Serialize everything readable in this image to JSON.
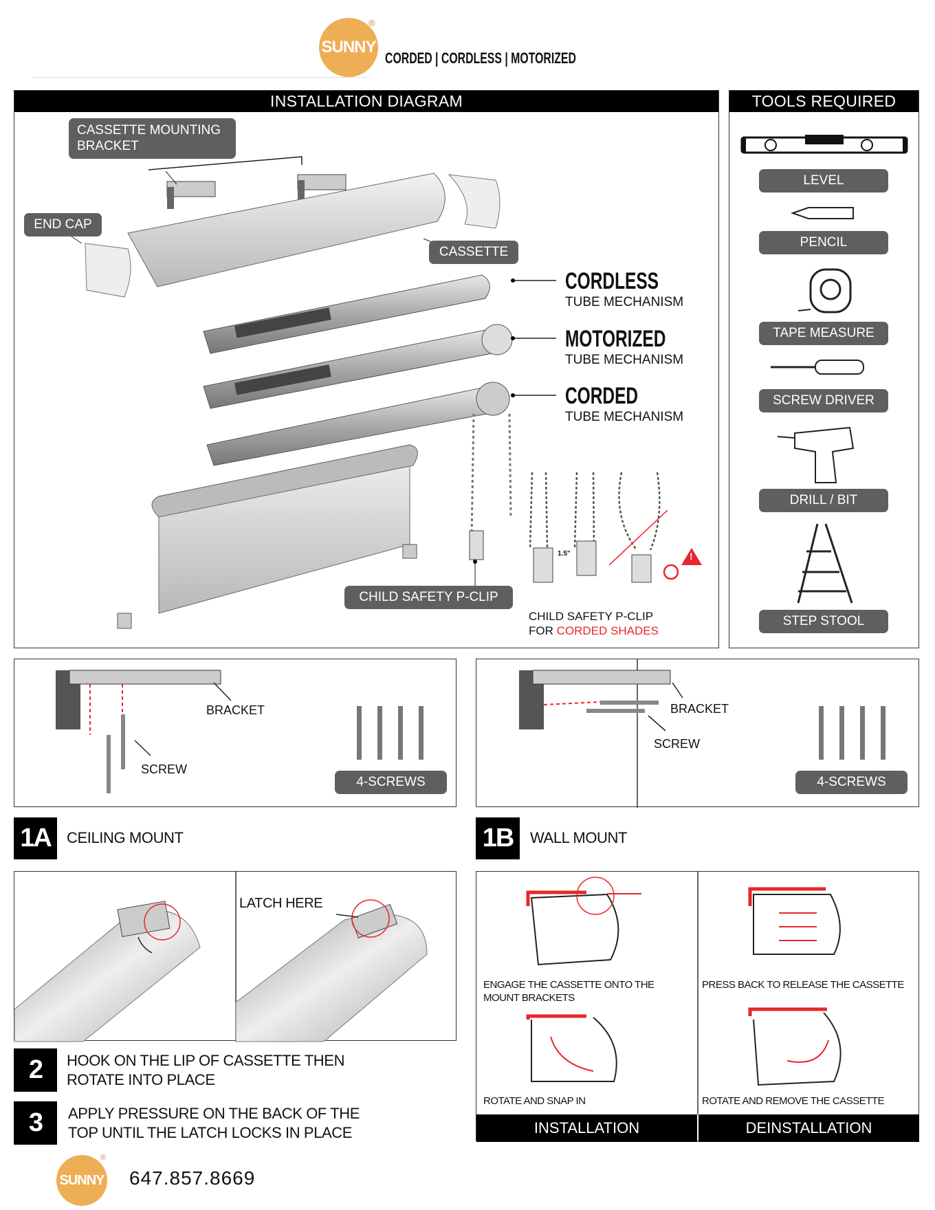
{
  "header": {
    "logo_text": "SUNNY",
    "registered": "®",
    "tagline": [
      "CORDED",
      "CORDLESS",
      "MOTORIZED"
    ],
    "separator": "|"
  },
  "installation": {
    "title": "INSTALLATION DIAGRAM",
    "labels": {
      "bracket": "CASSETTE MOUNTING BRACKET",
      "end_cap": "END CAP",
      "cassette": "CASSETTE",
      "child_clip": "CHILD SAFETY P-CLIP"
    },
    "mechanisms": [
      {
        "name": "CORDLESS",
        "sub": "TUBE MECHANISM"
      },
      {
        "name": "MOTORIZED",
        "sub": "TUBE MECHANISM"
      },
      {
        "name": "CORDED",
        "sub": "TUBE MECHANISM"
      }
    ],
    "clip_measure": "1.5\"",
    "clip_caption_line1": "CHILD SAFETY P-CLIP",
    "clip_caption_prefix": "FOR ",
    "clip_caption_highlight": "CORDED SHADES",
    "warning_symbol": "!"
  },
  "tools": {
    "title": "TOOLS REQUIRED",
    "items": [
      {
        "label": "LEVEL",
        "icon": "level-icon"
      },
      {
        "label": "PENCIL",
        "icon": "pencil-icon"
      },
      {
        "label": "TAPE MEASURE",
        "icon": "tape-measure-icon"
      },
      {
        "label": "SCREW DRIVER",
        "icon": "screwdriver-icon"
      },
      {
        "label": "DRILL / BIT",
        "icon": "drill-icon"
      },
      {
        "label": "STEP STOOL",
        "icon": "step-stool-icon"
      }
    ]
  },
  "mount": {
    "ceiling": {
      "bracket": "BRACKET",
      "screw": "SCREW",
      "count": "4-SCREWS",
      "tag": "1A",
      "title": "CEILING MOUNT"
    },
    "wall": {
      "bracket": "BRACKET",
      "screw": "SCREW",
      "count": "4-SCREWS",
      "tag": "1B",
      "title": "WALL MOUNT"
    }
  },
  "steps": {
    "latch_label": "LATCH HERE",
    "step2": {
      "tag": "2",
      "text": "HOOK ON THE LIP OF CASSETTE THEN ROTATE INTO PLACE"
    },
    "step3": {
      "tag": "3",
      "text": "APPLY PRESSURE ON THE BACK OF THE TOP UNTIL THE LATCH LOCKS IN PLACE"
    }
  },
  "cassette_guide": {
    "engage": "ENGAGE THE CASSETTE ONTO THE MOUNT BRACKETS",
    "press_back": "PRESS BACK TO RELEASE THE CASSETTE",
    "rotate_snap": "ROTATE AND SNAP IN",
    "rotate_remove": "ROTATE AND REMOVE THE CASSETTE",
    "installation": "INSTALLATION",
    "deinstallation": "DEINSTALLATION"
  },
  "footer": {
    "logo_text": "SUNNY",
    "phone": "647.857.8669"
  },
  "colors": {
    "brand": "#eeae55",
    "accent_red": "#e8262b",
    "pill": "#5f5f5f"
  }
}
